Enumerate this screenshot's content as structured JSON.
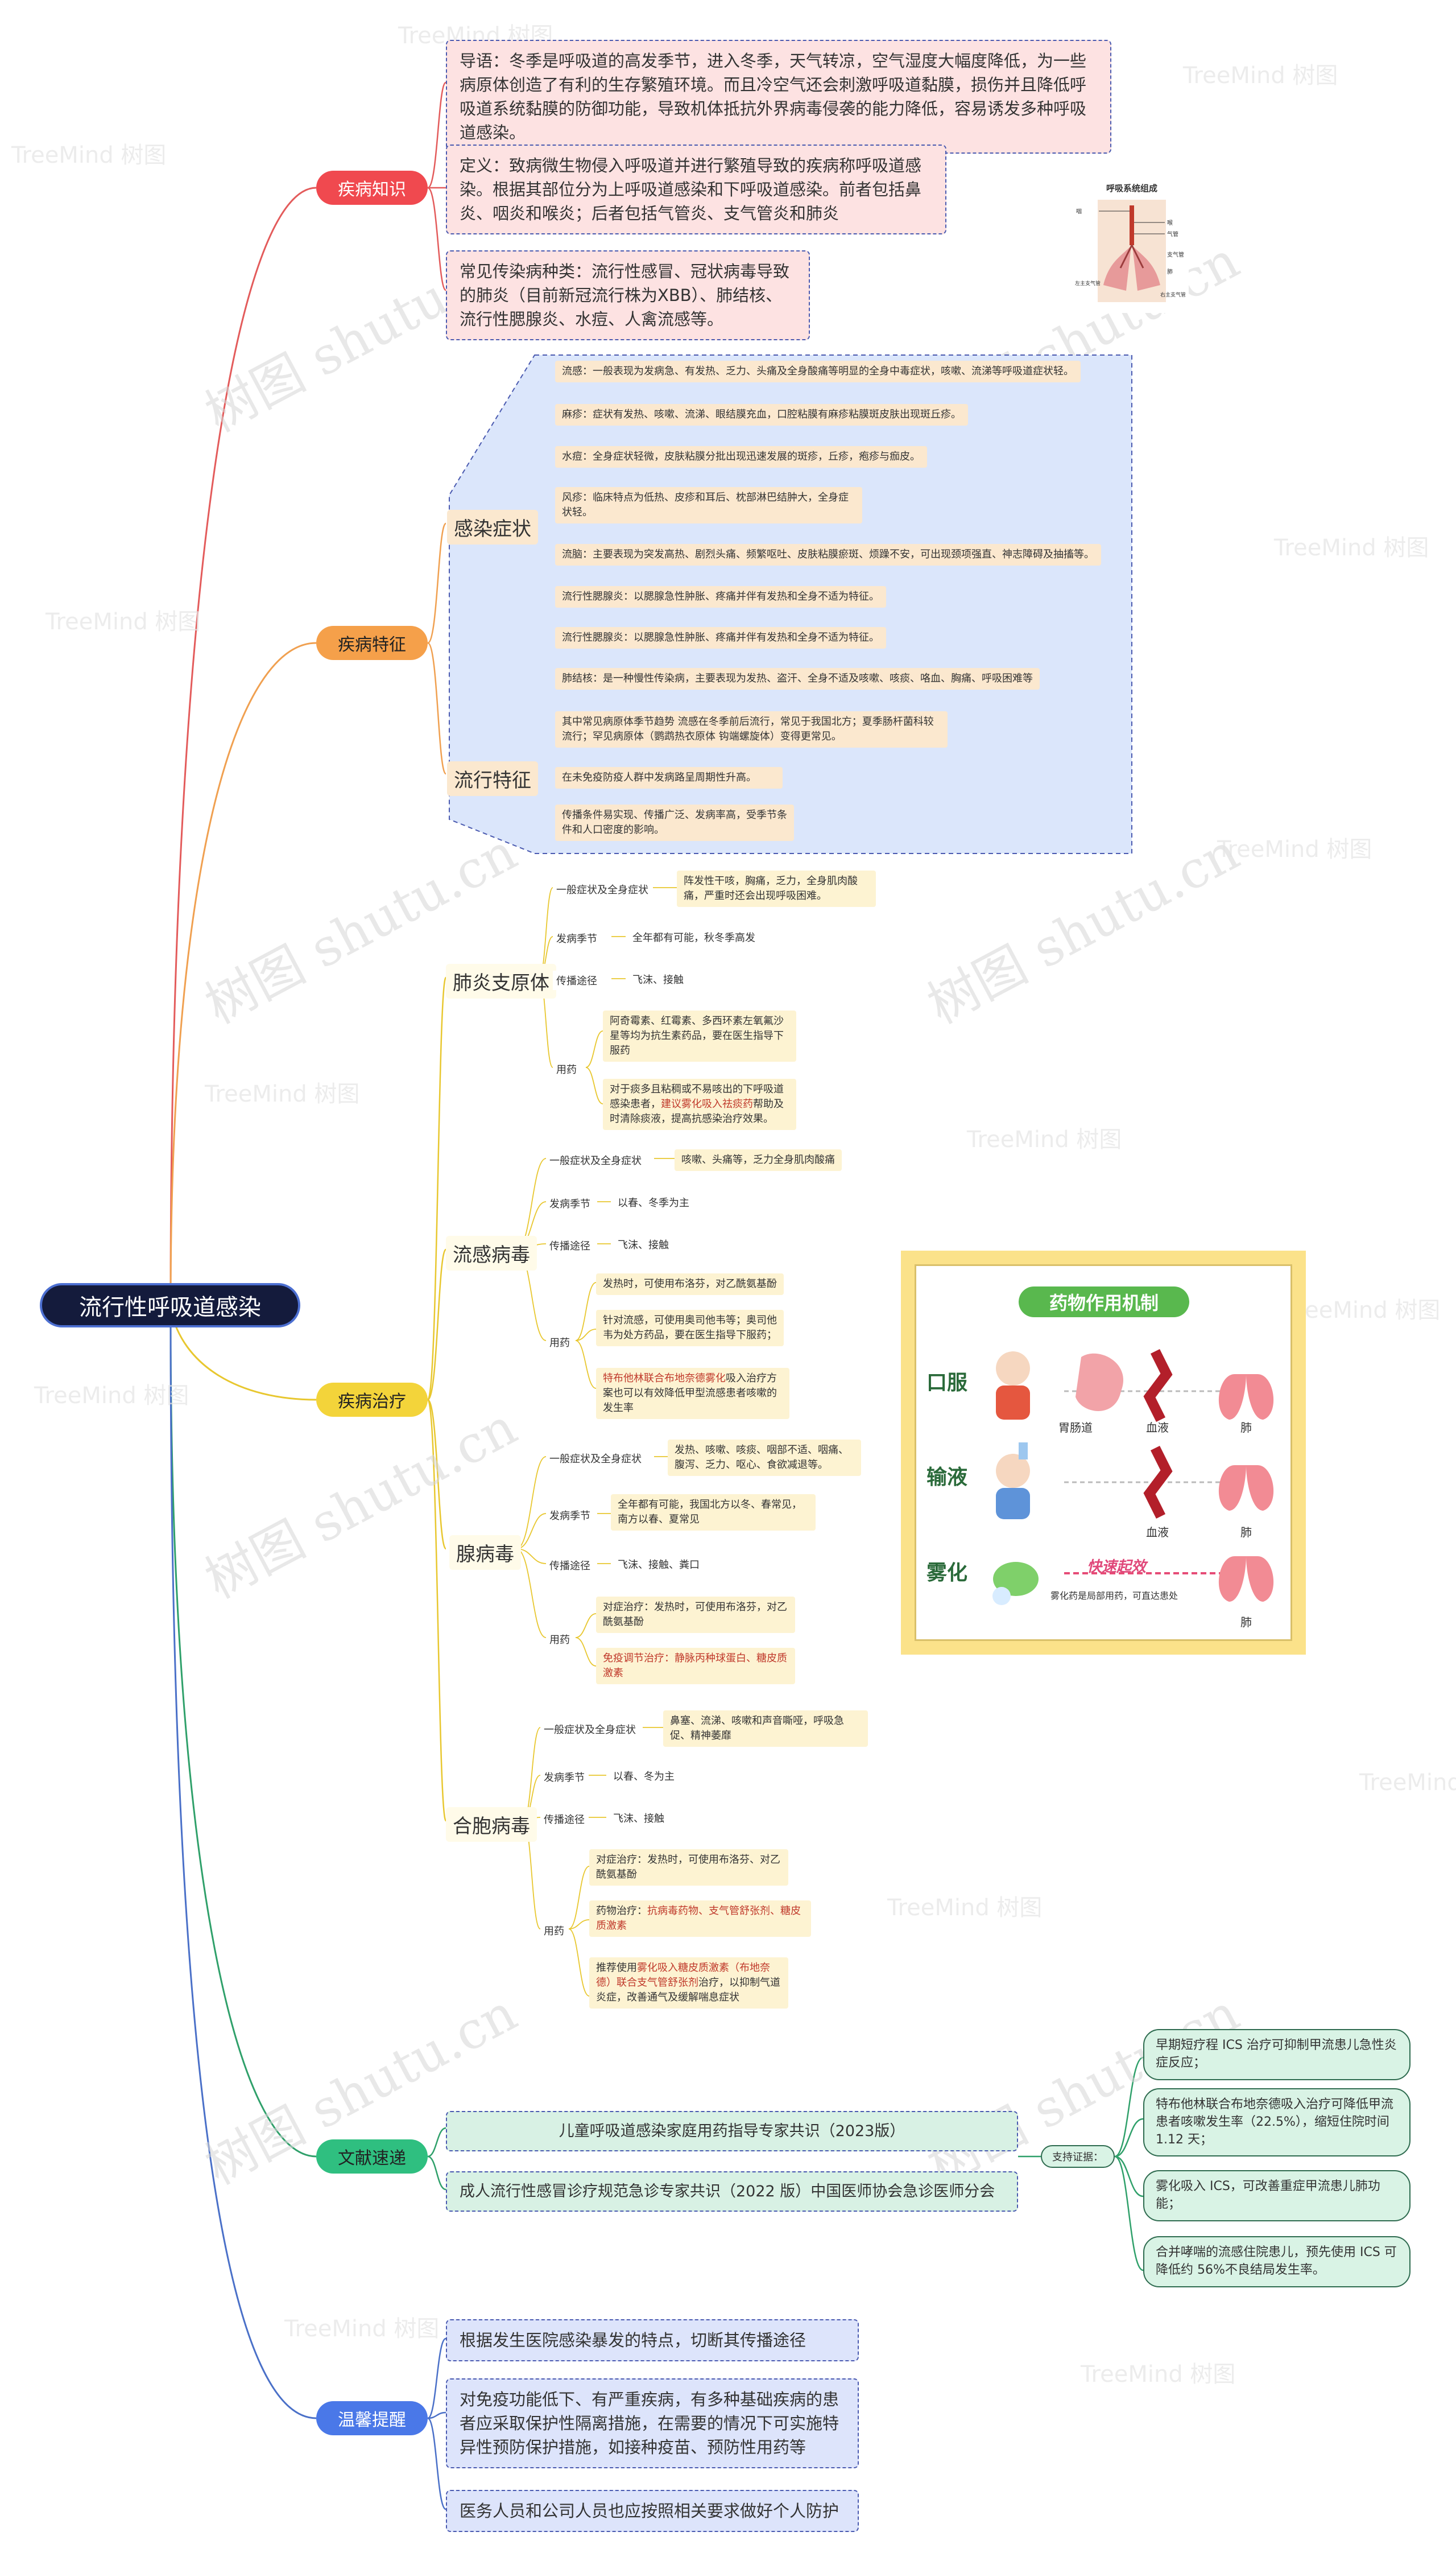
{
  "root": "流行性呼吸道感染",
  "branches": {
    "knowledge": "疾病知识",
    "features": "疾病特征",
    "treatment": "疾病治疗",
    "literature": "文献速递",
    "tips": "温馨提醒"
  },
  "knowledge": {
    "intro": "导语：冬季是呼吸道的高发季节，进入冬季，天气转凉，空气湿度大幅度降低，为一些病原体创造了有利的生存繁殖环境。而且冷空气还会刺激呼吸道黏膜，损伤并且降低呼吸道系统黏膜的防御功能，导致机体抵抗外界病毒侵袭的能力降低，容易诱发多种呼吸道感染。",
    "definition": "定义：致病微生物侵入呼吸道并进行繁殖导致的疾病称呼吸道感染。根据其部位分为上呼吸道感染和下呼吸道感染。前者包括鼻炎、咽炎和喉炎；后者包括气管炎、支气管炎和肺炎",
    "common": "常见传染病种类：流行性感冒、冠状病毒导致的肺炎（目前新冠流行株为XBB）、肺结核、流行性腮腺炎、水痘、人禽流感等。",
    "figure_title": "呼吸系统组成",
    "figure_labels": [
      "咽",
      "喉",
      "气管",
      "支气管",
      "肺",
      "左主支气管",
      "右主支气管"
    ]
  },
  "features": {
    "symptoms_title": "感染症状",
    "symptoms": [
      "流感：一般表现为发病急、有发热、乏力、头痛及全身酸痛等明显的全身中毒症状，咳嗽、流涕等呼吸道症状轻。",
      "麻疹：症状有发热、咳嗽、流涕、眼结膜充血，口腔粘膜有麻疹粘膜斑皮肤出现斑丘疹。",
      "水痘：全身症状轻微，皮肤粘膜分批出现迅速发展的斑疹，丘疹，疱疹与痂皮。",
      "风疹：临床特点为低热、皮疹和耳后、枕部淋巴结肿大，全身症状轻。",
      "流脑：主要表现为突发高热、剧烈头痛、频繁呕吐、皮肤粘膜瘀斑、烦躁不安，可出现颈项强直、神志障碍及抽搐等。",
      "流行性腮腺炎：以腮腺急性肿胀、疼痛并伴有发热和全身不适为特征。",
      "流行性腮腺炎：以腮腺急性肿胀、疼痛并伴有发热和全身不适为特征。",
      "肺结核：是一种慢性传染病，主要表现为发热、盗汗、全身不适及咳嗽、咳痰、咯血、胸痛、呼吸困难等"
    ],
    "epi_title": "流行特征",
    "epi": [
      "其中常见病原体季节趋势 流感在冬季前后流行，常见于我国北方；夏季肠杆菌科较流行；罕见病原体（鹦鹉热衣原体 钩端螺旋体）变得更常见。",
      "在未免疫防疫人群中发病路呈周期性升高。",
      "传播条件易实现、传播广泛、发病率高，受季节条件和人口密度的影响。"
    ]
  },
  "treatment": {
    "common_labels": {
      "symptom": "一般症状及全身症状",
      "season": "发病季节",
      "route": "传播途径",
      "drug": "用药"
    },
    "mycoplasma": {
      "title": "肺炎支原体",
      "symptom": "阵发性干咳，胸痛，乏力，全身肌肉酸痛，严重时还会出现呼吸困难。",
      "season": "全年都有可能，秋冬季高发",
      "route": "飞沫、接触",
      "drug1": "阿奇霉素、红霉素、多西环素左氧氟沙星等均为抗生素药品，要在医生指导下服药",
      "drug2_a": "对于痰多且粘稠或不易咳出的下呼吸道感染患者，",
      "drug2_b": "建议雾化吸入祛痰药",
      "drug2_c": "帮助及时清除痰液，提高抗感染治疗效果。"
    },
    "flu": {
      "title": "流感病毒",
      "symptom": "咳嗽、头痛等，乏力全身肌肉酸痛",
      "season": "以春、冬季为主",
      "route": "飞沫、接触",
      "drug1": "发热时，可使用布洛芬，对乙酰氨基酚",
      "drug2": "针对流感，可使用奥司他韦等；奥司他韦为处方药品，要在医生指导下服药；",
      "drug3_a": "特布他林联合布地奈德雾化",
      "drug3_b": "吸入治疗方案也可以有效降低甲型流感患者咳嗽的发生率"
    },
    "adeno": {
      "title": "腺病毒",
      "symptom": "发热、咳嗽、咳痰、咽部不适、咽痛、腹泻、乏力、呕心、食欲减退等。",
      "season": "全年都有可能，我国北方以冬、春常见，南方以春、夏常见",
      "route": "飞沫、接触、粪口",
      "drug1": "对症治疗：发热时，可使用布洛芬，对乙酰氨基酚",
      "drug2_a": "免疫调节治疗：",
      "drug2_b": "静脉丙种球蛋白、糖皮质激素"
    },
    "rsv": {
      "title": "合胞病毒",
      "symptom": "鼻塞、流涕、咳嗽和声音嘶哑，呼吸急促、精神萎靡",
      "season": "以春、冬为主",
      "route": "飞沫、接触",
      "drug1": "对症治疗：发热时，可使用布洛芬、对乙酰氨基酚",
      "drug2_a": "药物治疗：",
      "drug2_b": "抗病毒药物、支气管舒张剂、糖皮质激素",
      "drug3_a": "推荐使用",
      "drug3_b": "雾化吸入糖皮质激素（布地奈德）联合支气管舒张剂",
      "drug3_c": "治疗，以抑制气道炎症，改善通气及缓解喘息症状"
    },
    "mechanism": {
      "title": "药物作用机制",
      "rows": [
        "口服",
        "输液",
        "雾化"
      ],
      "oral_labels": [
        "胃肠道",
        "血液",
        "肺"
      ],
      "iv_labels": [
        "血液",
        "肺"
      ],
      "neb_fast": "快速起效",
      "neb_note": "雾化药是局部用药，可直达患处",
      "neb_label": "肺"
    }
  },
  "literature": {
    "item1": "儿童呼吸道感染家庭用药指导专家共识（2023版）",
    "item2": "成人流行性感冒诊疗规范急诊专家共识（2022 版）中国医师协会急诊医师分会",
    "support": "支持证据：",
    "evidence": [
      "早期短疗程 ICS 治疗可抑制甲流患儿急性炎症反应；",
      "特布他林联合布地奈德吸入治疗可降低甲流患者咳嗽发生率（22.5%），缩短住院时间 1.12 天；",
      "雾化吸入 ICS，可改善重症甲流患儿肺功能；",
      "合并哮喘的流感住院患儿，预先使用 ICS 可降低约 56%不良结局发生率。"
    ]
  },
  "tips": {
    "items": [
      "根据发生医院感染暴发的特点，切断其传播途径",
      "对免疫功能低下、有严重疾病，有多种基础疾病的患者应采取保护性隔离措施，在需要的情况下可实施特异性预防保护措施，如接种疫苗、预防性用药等",
      "医务人员和公司人员也应按照相关要求做好个人防护"
    ]
  },
  "watermarks": {
    "main": "树图 shutu.cn",
    "small": "TreeMind 树图"
  },
  "colors": {
    "knowledge": "#f0494f",
    "features": "#f5a04a",
    "treatment": "#f3d43a",
    "literature": "#2fbf80",
    "tips": "#4a78e8",
    "root_bg": "#141b3c",
    "mechanism_border": "#fbe28a"
  }
}
